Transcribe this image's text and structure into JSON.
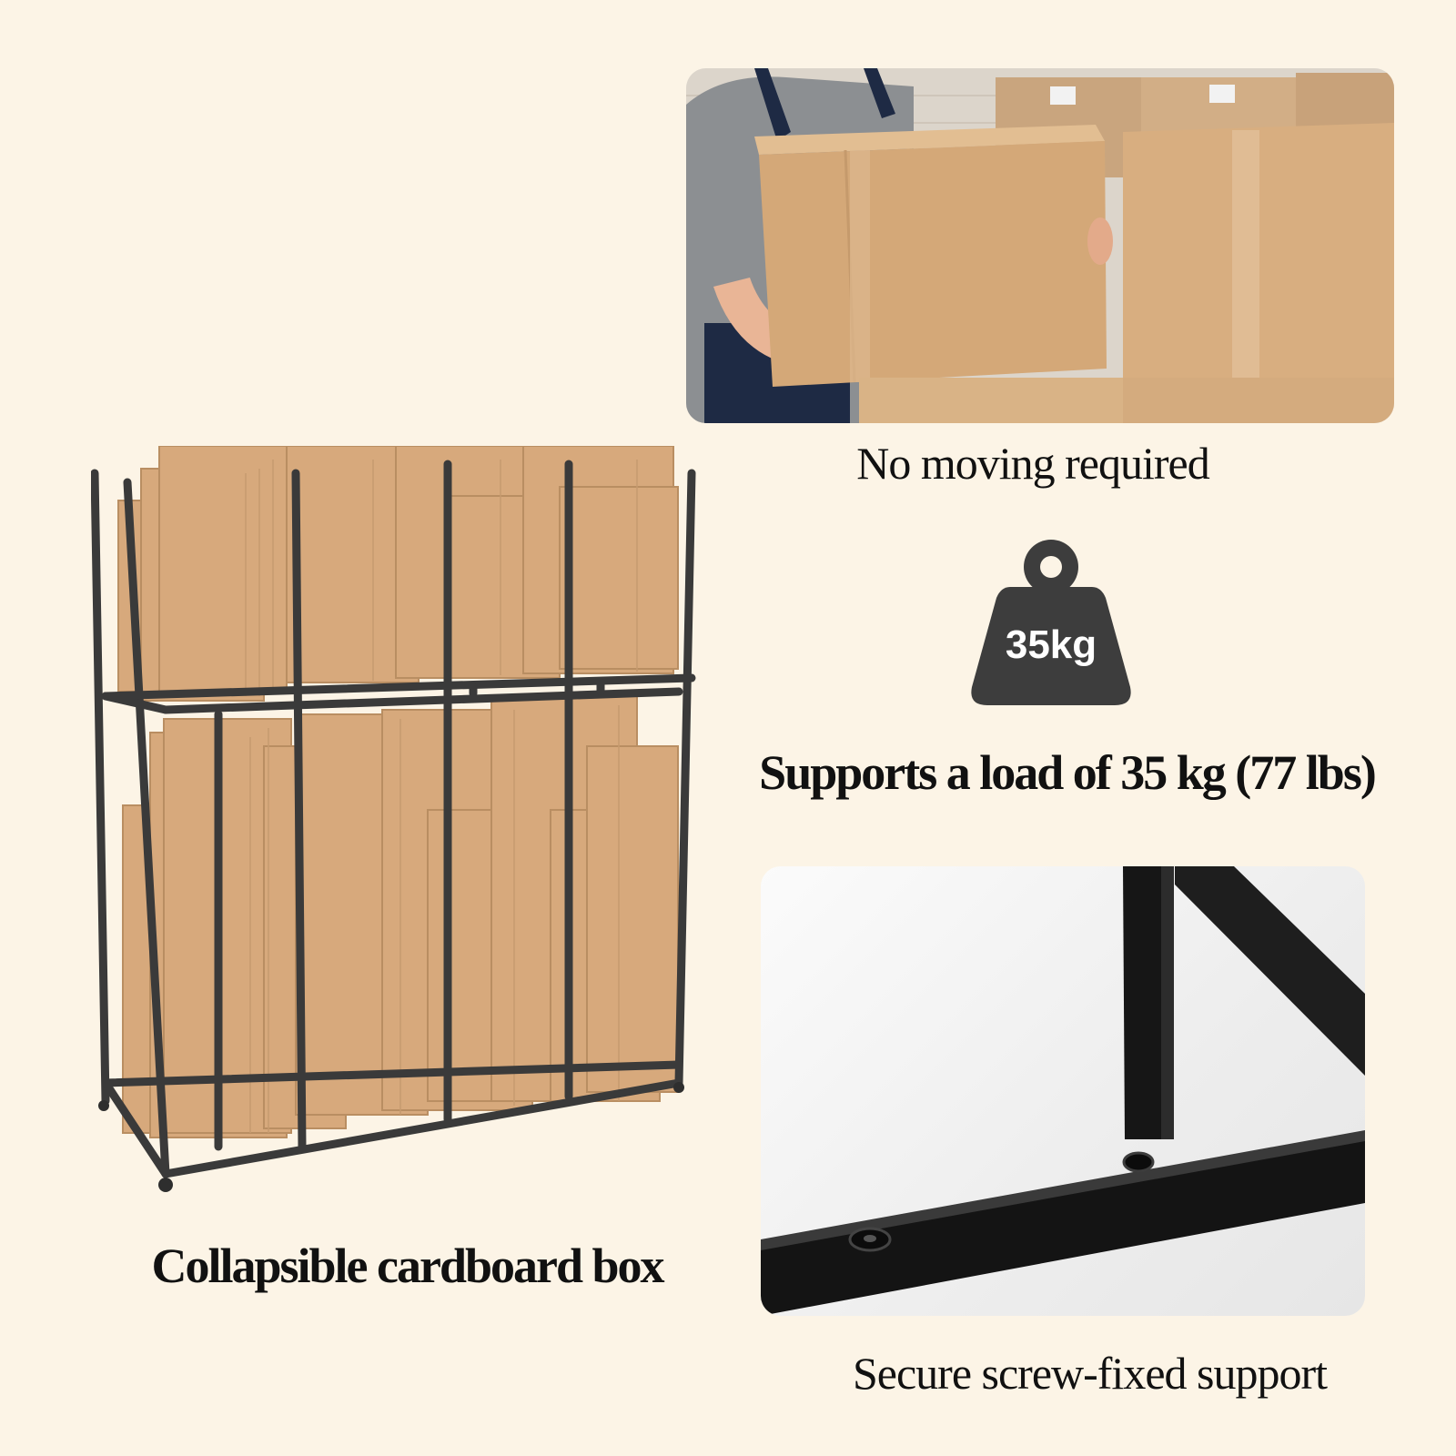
{
  "captions": {
    "no_moving": "No moving required",
    "load": "Supports a load of 35 kg (77 lbs)",
    "collapsible": "Collapsible cardboard box",
    "screw": "Secure screw-fixed support"
  },
  "weight_icon": {
    "label": "35kg",
    "icon": "weight-icon"
  },
  "colors": {
    "background": "#FCF4E6",
    "cardboard": "#D9AE80",
    "frame": "#3A3A3A",
    "text": "#111111"
  }
}
